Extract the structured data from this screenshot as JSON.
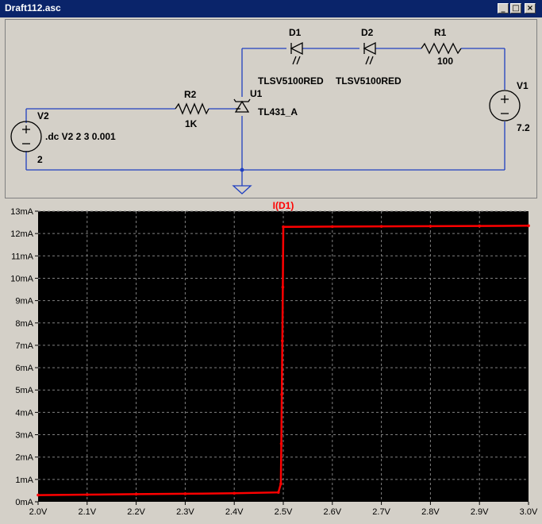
{
  "window": {
    "title": "Draft112.asc",
    "buttons": [
      "_",
      "□",
      "×"
    ]
  },
  "schematic": {
    "components": {
      "D1": {
        "name": "D1",
        "model": "TLSV5100RED"
      },
      "D2": {
        "name": "D2",
        "model": "TLSV5100RED"
      },
      "R1": {
        "name": "R1",
        "value": "100"
      },
      "R2": {
        "name": "R2",
        "value": "1K"
      },
      "U1": {
        "name": "U1",
        "model": "TL431_A"
      },
      "V1": {
        "name": "V1",
        "value": "7.2"
      },
      "V2": {
        "name": "V2",
        "value": "2"
      }
    },
    "directive": ".dc V2 2 3 0.001",
    "wire_color": "#2040c0",
    "component_color": "#000000"
  },
  "chart_data": {
    "type": "line",
    "title": "I(D1)",
    "xlabel": "",
    "ylabel": "",
    "x_ticks": [
      "2.0V",
      "2.1V",
      "2.2V",
      "2.3V",
      "2.4V",
      "2.5V",
      "2.6V",
      "2.7V",
      "2.8V",
      "2.9V",
      "3.0V"
    ],
    "y_ticks": [
      "0mA",
      "1mA",
      "2mA",
      "3mA",
      "4mA",
      "5mA",
      "6mA",
      "7mA",
      "8mA",
      "9mA",
      "10mA",
      "11mA",
      "12mA",
      "13mA"
    ],
    "xlim": [
      2.0,
      3.0
    ],
    "ylim": [
      0,
      13
    ],
    "grid": true,
    "background": "#000000",
    "series": [
      {
        "name": "I(D1)",
        "color": "#ff0000",
        "x": [
          2.0,
          2.1,
          2.2,
          2.3,
          2.4,
          2.49,
          2.495,
          2.496,
          2.497,
          2.498,
          2.499,
          2.5,
          2.6,
          2.7,
          2.8,
          2.9,
          3.0
        ],
        "values": [
          0.3,
          0.32,
          0.34,
          0.36,
          0.38,
          0.42,
          0.8,
          2.6,
          4.8,
          7.2,
          9.6,
          12.3,
          12.31,
          12.32,
          12.33,
          12.34,
          12.35
        ]
      }
    ]
  }
}
